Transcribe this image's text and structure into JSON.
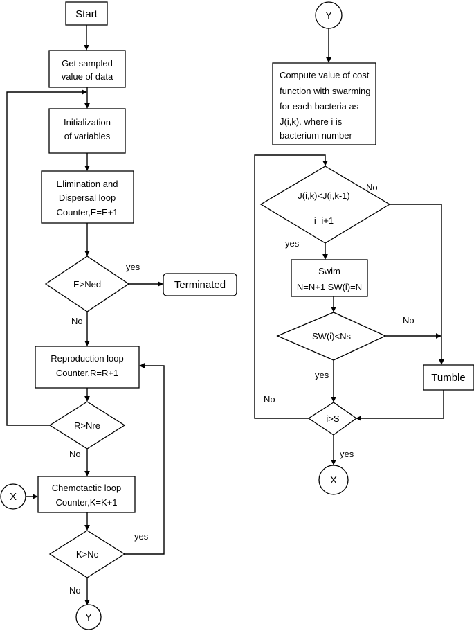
{
  "left": {
    "start": "Start",
    "get_data": [
      "Get  sampled",
      "value of data"
    ],
    "init_vars": [
      "Initialization",
      "of variables"
    ],
    "elim_loop": [
      "Elimination and",
      "Dispersal loop",
      "Counter,E=E+1"
    ],
    "decision_ened": "E>Ned",
    "label_yes_ened": "yes",
    "terminated": "Terminated",
    "label_no_ened": "No",
    "repro_loop": [
      "Reproduction loop",
      "Counter,R=R+1"
    ],
    "decision_rnre": "R>Nre",
    "label_no_rnre": "No",
    "connector_x": "X",
    "chemo_loop": [
      "Chemotactic loop",
      "Counter,K=K+1"
    ],
    "decision_knc": "K>Nc",
    "label_yes_knc": "yes",
    "label_no_knc": "No",
    "connector_y": "Y"
  },
  "right": {
    "connector_y": "Y",
    "compute_cost": [
      "Compute value of cost",
      "function with swarming",
      "for each bacteria as",
      "J(i,k). where i is",
      "bacterium number"
    ],
    "decision_jcompare": [
      "J(i,k)<J(i,k-1)",
      "i=i+1"
    ],
    "label_no_j": "No",
    "label_yes_j": "yes",
    "swim": [
      "Swim",
      "N=N+1  SW(i)=N"
    ],
    "decision_swns": "SW(i)<Ns",
    "label_no_sw": "No",
    "label_yes_sw": "yes",
    "tumble": "Tumble",
    "label_no_is": "No",
    "decision_is": "i>S",
    "label_yes_is": "yes",
    "connector_x": "X"
  }
}
